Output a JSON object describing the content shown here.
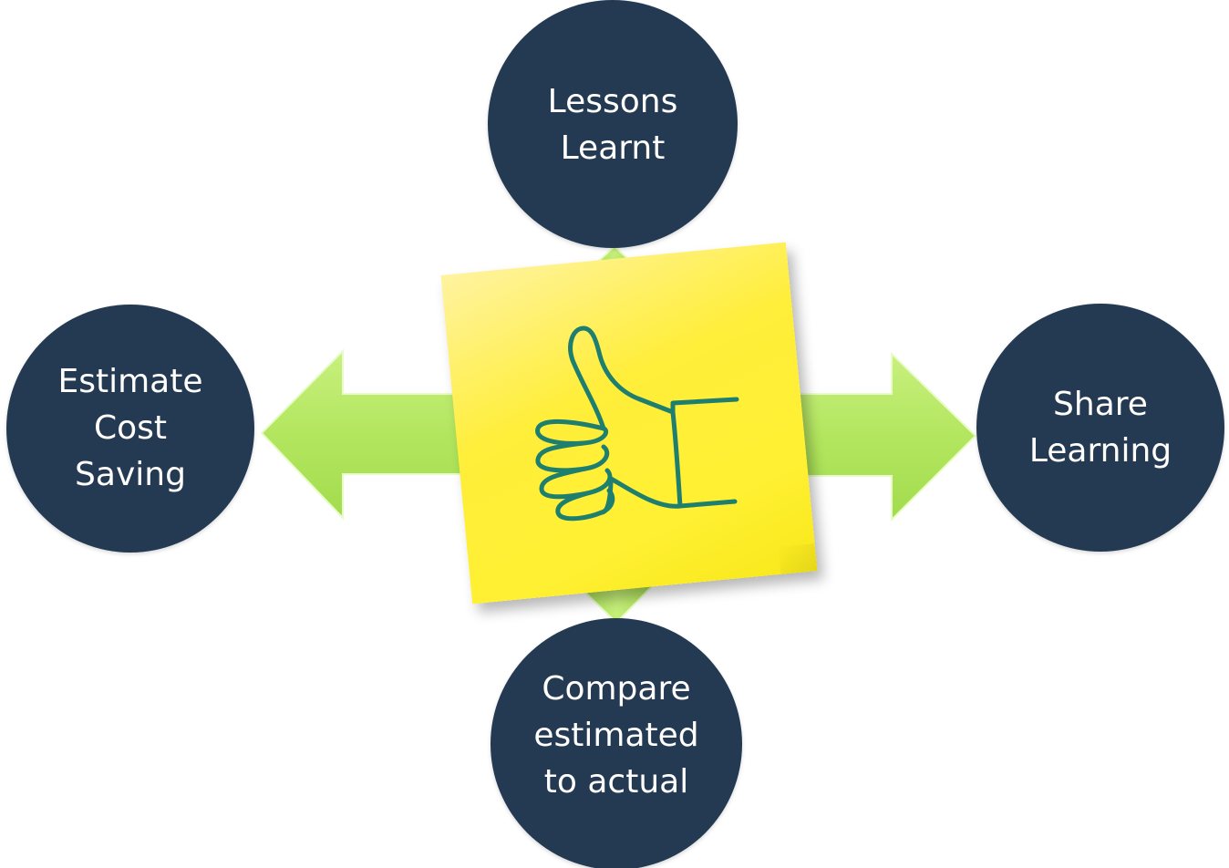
{
  "colors": {
    "node_fill": "#243a52",
    "node_text": "#ffffff",
    "arrow_fill": "#b7ea6a",
    "arrow_edge": "#8fd23c",
    "note_fill": "#fff033",
    "thumb_stroke": "#1f7f6e"
  },
  "center": {
    "icon": "thumbs-up-icon"
  },
  "nodes": {
    "top": "Lessons\nLearnt",
    "left": "Estimate\nCost\nSaving",
    "right": "Share\nLearning",
    "bottom": "Compare\nestimated\nto actual"
  }
}
